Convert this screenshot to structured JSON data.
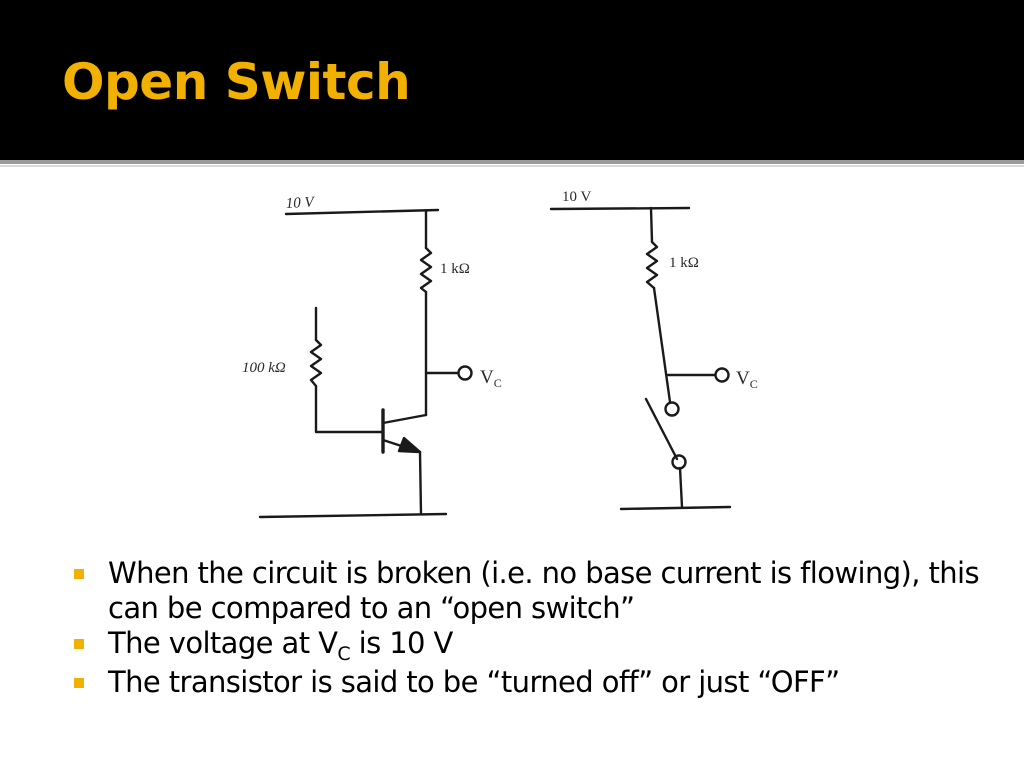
{
  "slide": {
    "title": "Open Switch",
    "accent_color": "#f2b100",
    "header_color": "#000000"
  },
  "diagram": {
    "left_circuit": {
      "supply": "10 V",
      "collector_resistor": "1 kΩ",
      "base_resistor": "100 kΩ",
      "output_main": "V",
      "output_sub": "C"
    },
    "right_circuit": {
      "supply": "10 V",
      "resistor": "1 kΩ",
      "output_main": "V",
      "output_sub": "C"
    }
  },
  "bullets": [
    {
      "text": "When the circuit is broken (i.e. no base current is flowing), this can be compared to an “open switch”"
    },
    {
      "prefix": "The voltage at V",
      "sub": "C",
      "suffix": " is 10 V"
    },
    {
      "text": "The transistor is said to be “turned off” or just “OFF”"
    }
  ]
}
